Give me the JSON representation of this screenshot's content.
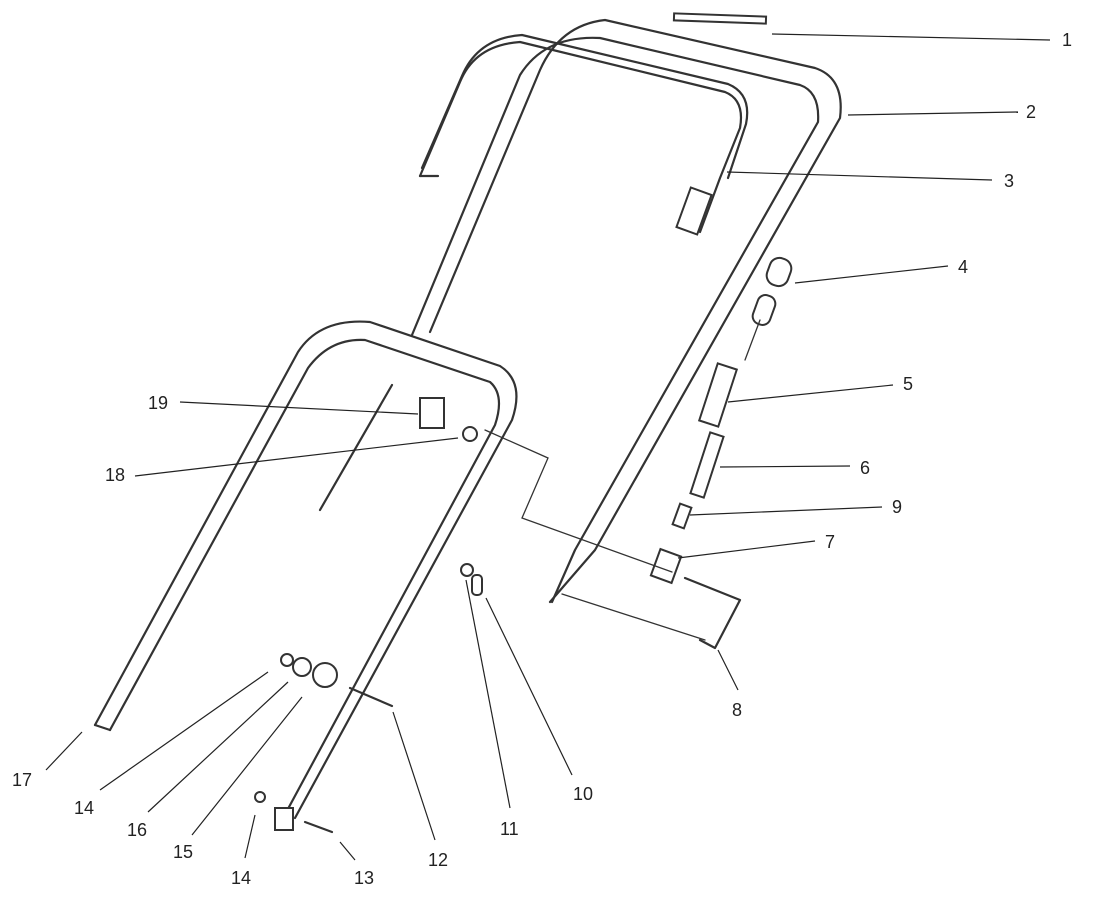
{
  "callouts": [
    {
      "id": "c1",
      "text": "1"
    },
    {
      "id": "c2",
      "text": "2"
    },
    {
      "id": "c3",
      "text": "3"
    },
    {
      "id": "c4",
      "text": "4"
    },
    {
      "id": "c5",
      "text": "5"
    },
    {
      "id": "c6",
      "text": "6"
    },
    {
      "id": "c9",
      "text": "9"
    },
    {
      "id": "c7",
      "text": "7"
    },
    {
      "id": "c8",
      "text": "8"
    },
    {
      "id": "c19",
      "text": "19"
    },
    {
      "id": "c18",
      "text": "18"
    },
    {
      "id": "c10",
      "text": "10"
    },
    {
      "id": "c11",
      "text": "11"
    },
    {
      "id": "c12",
      "text": "12"
    },
    {
      "id": "c13",
      "text": "13"
    },
    {
      "id": "c14a",
      "text": "14"
    },
    {
      "id": "c14b",
      "text": "14"
    },
    {
      "id": "c15",
      "text": "15"
    },
    {
      "id": "c16",
      "text": "16"
    },
    {
      "id": "c17",
      "text": "17"
    }
  ]
}
